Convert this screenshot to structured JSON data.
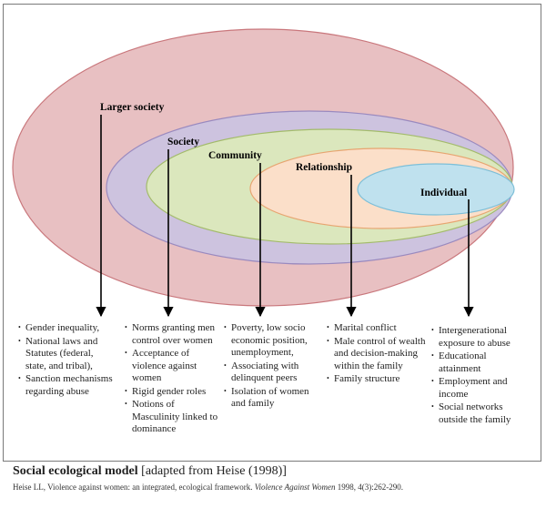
{
  "levels": [
    {
      "name": "Larger society",
      "fill": "#e8c0c2",
      "stroke": "#c9777c"
    },
    {
      "name": "Society",
      "fill": "#cdc3df",
      "stroke": "#9a8abf"
    },
    {
      "name": "Community",
      "fill": "#dbe7bd",
      "stroke": "#a3bb6b"
    },
    {
      "name": "Relationship",
      "fill": "#fbdfc9",
      "stroke": "#e7a571"
    },
    {
      "name": "Individual",
      "fill": "#bfe1ee",
      "stroke": "#7dbfd8"
    }
  ],
  "columns": [
    {
      "items": [
        "Gender inequality,",
        "National laws and Statutes (federal, state, and tribal),",
        "Sanction mechanisms regarding abuse"
      ]
    },
    {
      "items": [
        "Norms granting men control over women",
        "Acceptance of violence against women",
        "Rigid gender roles",
        "Notions of Masculinity linked to dominance"
      ]
    },
    {
      "items": [
        "Poverty, low socio economic position, unemployment,",
        "Associating with delinquent peers",
        "Isolation of women and family"
      ]
    },
    {
      "items": [
        "Marital conflict",
        "Male control of wealth and decision-making within the family",
        "Family structure"
      ]
    },
    {
      "items": [
        "Intergenerational exposure to abuse",
        "Educational attainment",
        "Employment and income",
        "Social networks outside the family"
      ]
    }
  ],
  "caption": {
    "title": "Social ecological model",
    "rest": " [adapted from Heise (1998)]"
  },
  "citation": {
    "prefix": "Heise LL, Violence against women: an integrated, ecological framework. ",
    "journal": "Violence Against Women",
    "suffix": " 1998, 4(3):262-290."
  }
}
